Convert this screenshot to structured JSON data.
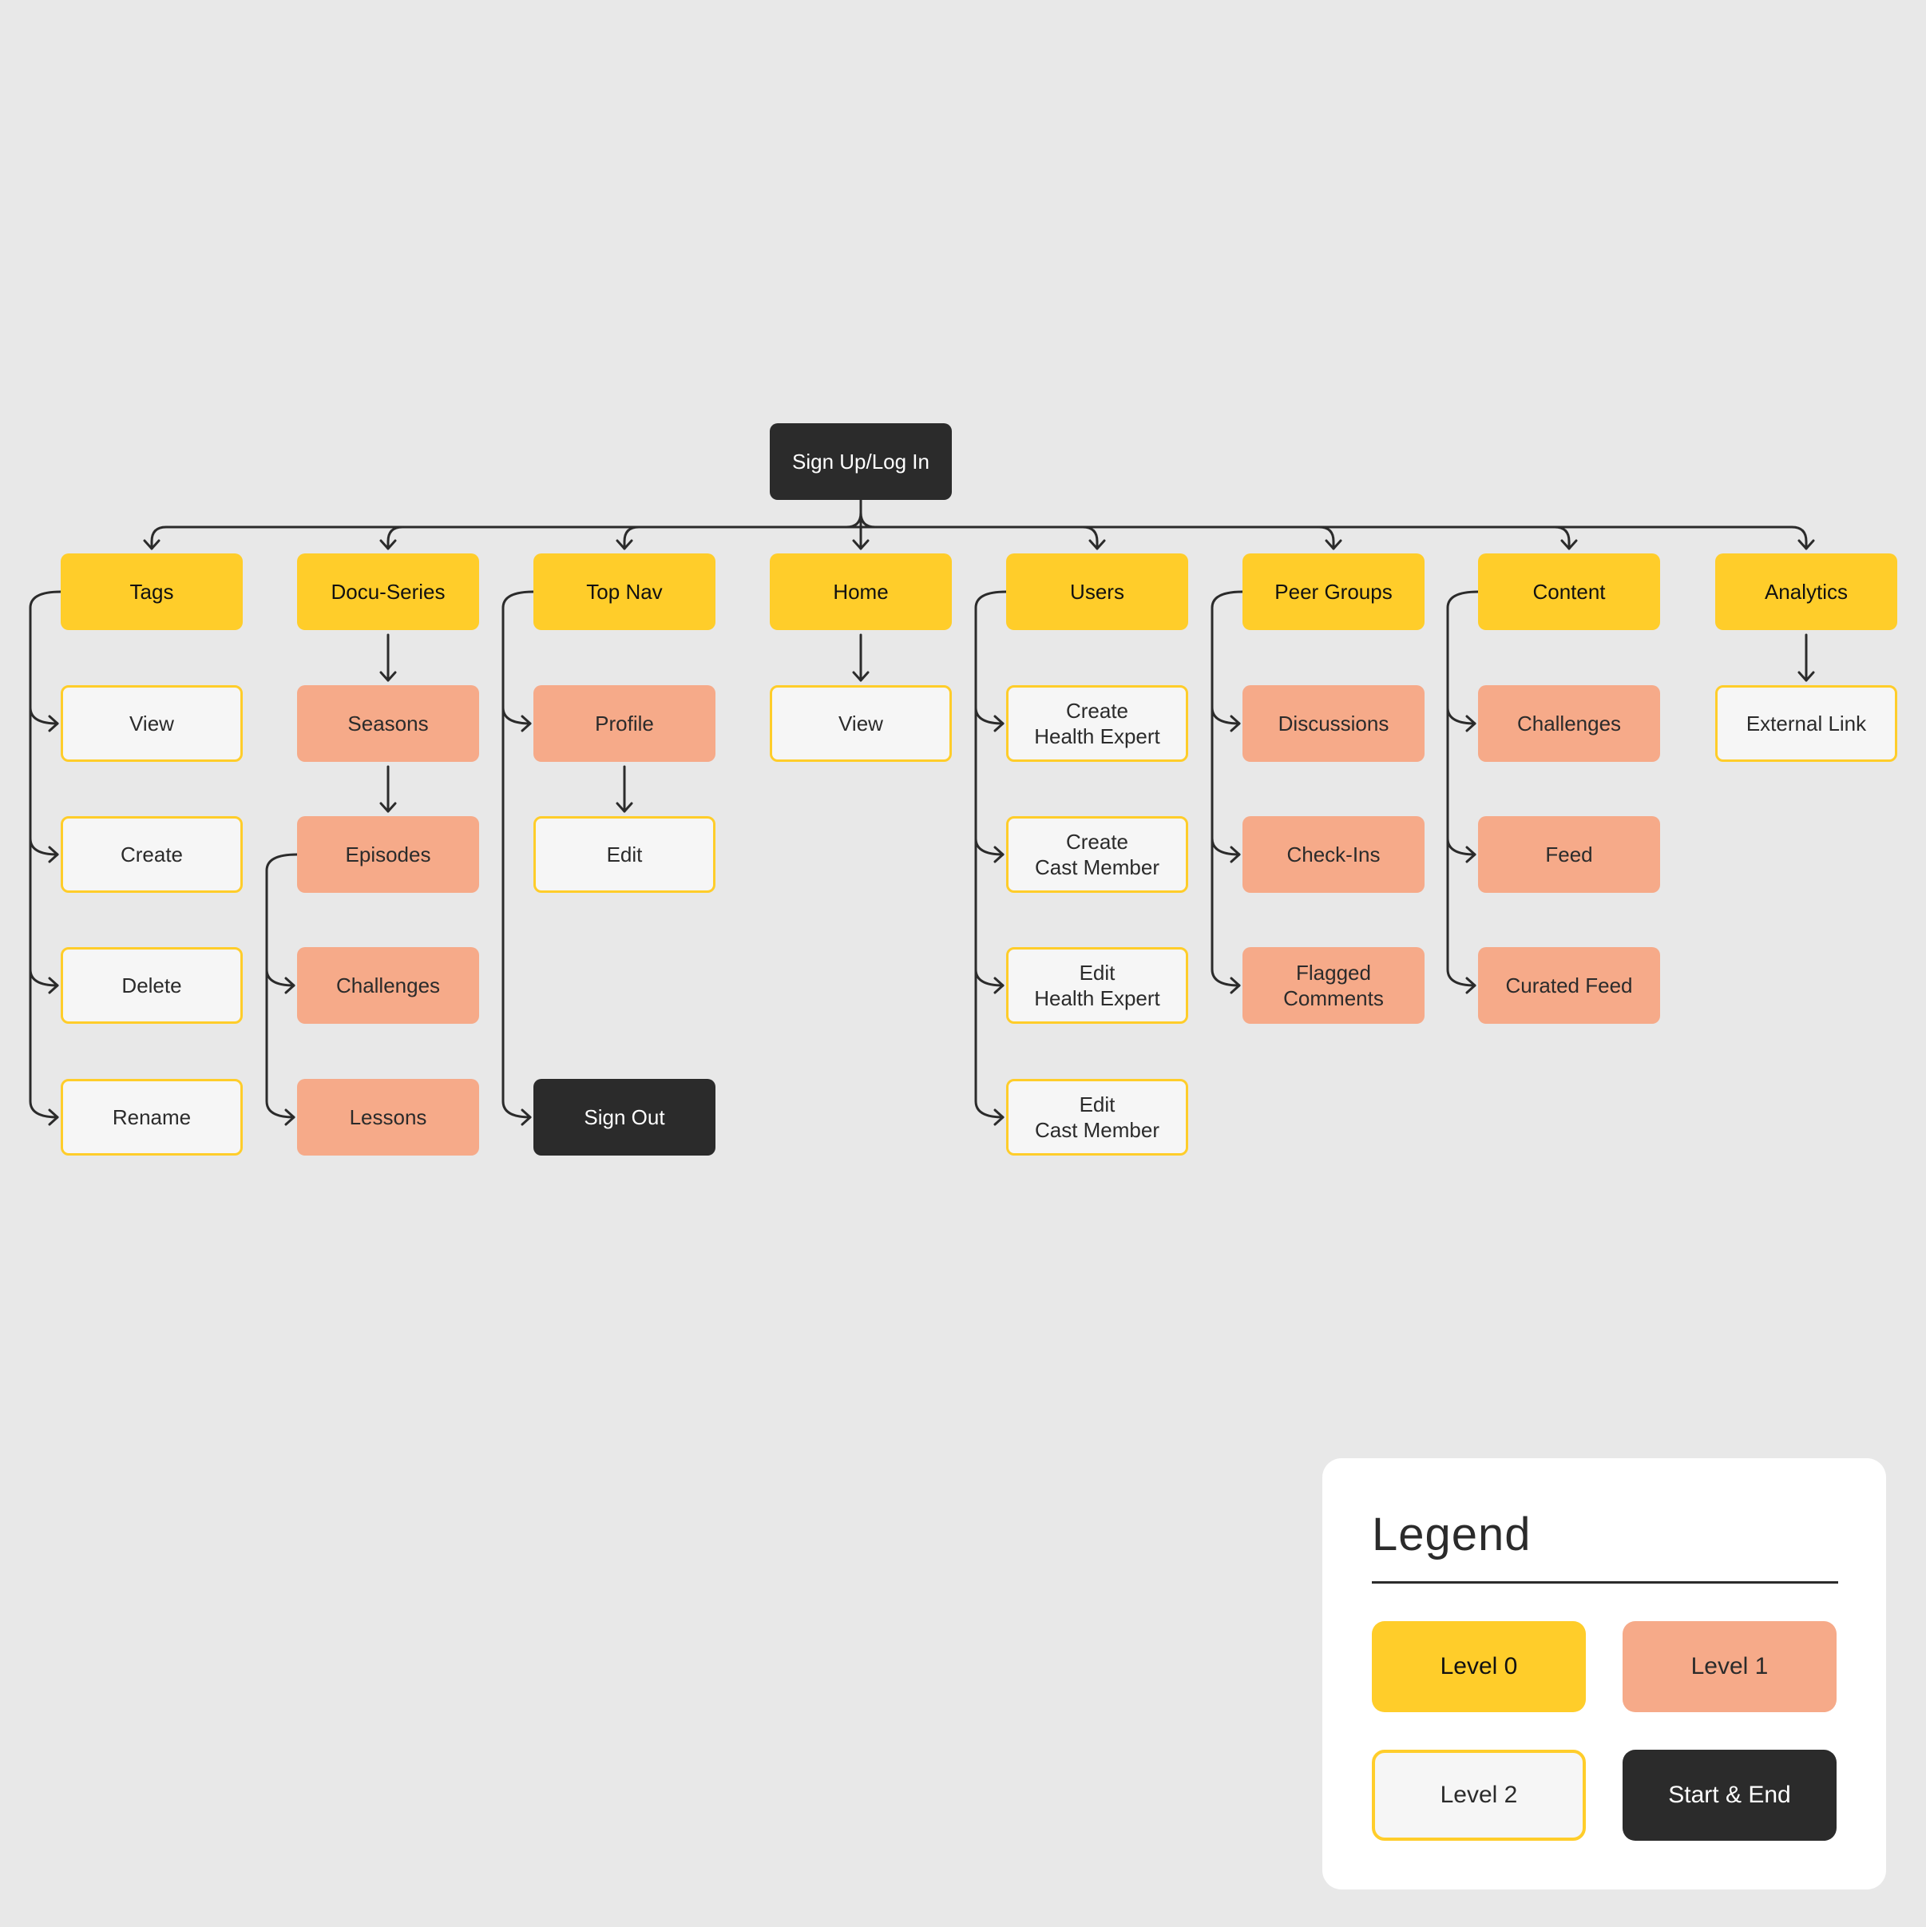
{
  "diagram": {
    "root": "Sign Up/Log In",
    "sections": [
      {
        "label": "Tags",
        "children": [
          "View",
          "Create",
          "Delete",
          "Rename"
        ]
      },
      {
        "label": "Docu-Series",
        "children": [
          "Seasons",
          "Episodes",
          "Challenges",
          "Lessons"
        ]
      },
      {
        "label": "Top Nav",
        "children": [
          "Profile",
          "Edit",
          "Sign Out"
        ]
      },
      {
        "label": "Home",
        "children": [
          "View"
        ]
      },
      {
        "label": "Users",
        "children": [
          "Create\nHealth Expert",
          "Create\nCast Member",
          "Edit\nHealth Expert",
          "Edit\nCast Member"
        ]
      },
      {
        "label": "Peer Groups",
        "children": [
          "Discussions",
          "Check-Ins",
          "Flagged\nComments"
        ]
      },
      {
        "label": "Content",
        "children": [
          "Challenges",
          "Feed",
          "Curated Feed"
        ]
      },
      {
        "label": "Analytics",
        "children": [
          "External Link"
        ]
      }
    ]
  },
  "legend": {
    "title": "Legend",
    "items": [
      {
        "label": "Level 0"
      },
      {
        "label": "Level 1"
      },
      {
        "label": "Level 2"
      },
      {
        "label": "Start & End"
      }
    ]
  },
  "colors": {
    "level0": "#ffcd2a",
    "level1": "#f6aa89",
    "level2_fill": "#f6f6f6",
    "level2_border": "#ffcd2a",
    "start_end": "#2b2b2b",
    "background": "#e8e8e8",
    "connector": "#2b2b2b"
  }
}
